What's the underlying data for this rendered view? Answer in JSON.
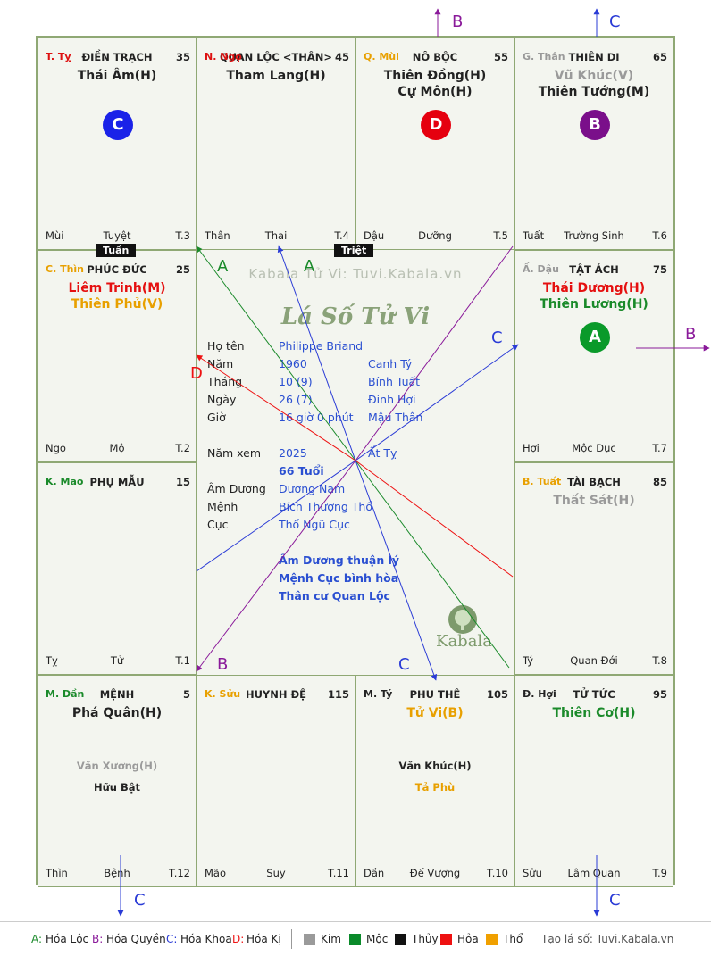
{
  "palaces": [
    {
      "stem": "T. Tỵ",
      "stem_color": "#d11",
      "house": "ĐIỀN TRẠCH",
      "num": "35",
      "majors": [
        {
          "t": "Thái Âm(H)",
          "c": "#222"
        }
      ],
      "minors": [],
      "bl": "Mùi",
      "bc": "Tuyệt",
      "br": "T.3",
      "badge": {
        "t": "C",
        "c": "#1a22e8"
      }
    },
    {
      "stem": "N. Ngọ",
      "stem_color": "#d11",
      "house": "QUAN LỘC <THÂN>",
      "num": "45",
      "majors": [
        {
          "t": "Tham Lang(H)",
          "c": "#222"
        }
      ],
      "minors": [],
      "bl": "Thân",
      "bc": "Thai",
      "br": "T.4",
      "badge": null
    },
    {
      "stem": "Q. Mùi",
      "stem_color": "#e8a000",
      "house": "NÔ BỘC",
      "num": "55",
      "majors": [
        {
          "t": "Thiên Đồng(H)",
          "c": "#222"
        },
        {
          "t": "Cự Môn(H)",
          "c": "#222"
        }
      ],
      "minors": [],
      "bl": "Dậu",
      "bc": "Dưỡng",
      "br": "T.5",
      "badge": {
        "t": "D",
        "c": "#e5000f"
      }
    },
    {
      "stem": "G. Thân",
      "stem_color": "#999",
      "house": "THIÊN DI",
      "num": "65",
      "majors": [
        {
          "t": "Vũ Khúc(V)",
          "c": "#9a9a9a"
        },
        {
          "t": "Thiên Tướng(M)",
          "c": "#222"
        }
      ],
      "minors": [],
      "bl": "Tuất",
      "bc": "Trường Sinh",
      "br": "T.6",
      "badge": {
        "t": "B",
        "c": "#7a0f8a"
      }
    },
    {
      "stem": "Ấ. Dậu",
      "stem_color": "#999",
      "house": "TẬT ÁCH",
      "num": "75",
      "majors": [
        {
          "t": "Thái Dương(H)",
          "c": "#e51010"
        },
        {
          "t": "Thiên Lương(H)",
          "c": "#1a8a2a"
        }
      ],
      "minors": [],
      "bl": "Hợi",
      "bc": "Mộc Dục",
      "br": "T.7",
      "badge": {
        "t": "A",
        "c": "#0a9a2a"
      }
    },
    {
      "stem": "B. Tuất",
      "stem_color": "#e8a000",
      "house": "TÀI BẠCH",
      "num": "85",
      "majors": [
        {
          "t": "Thất Sát(H)",
          "c": "#9a9a9a"
        }
      ],
      "minors": [],
      "bl": "Tý",
      "bc": "Quan Đới",
      "br": "T.8",
      "badge": null
    },
    {
      "stem": "Đ. Hợi",
      "stem_color": "#222",
      "house": "TỬ TỨC",
      "num": "95",
      "majors": [
        {
          "t": "Thiên Cơ(H)",
          "c": "#1a8a2a"
        }
      ],
      "minors": [],
      "bl": "Sửu",
      "bc": "Lâm Quan",
      "br": "T.9",
      "badge": null
    },
    {
      "stem": "M. Tý",
      "stem_color": "#222",
      "house": "PHU THÊ",
      "num": "105",
      "majors": [
        {
          "t": "Tử Vi(B)",
          "c": "#e8a000"
        }
      ],
      "minors": [
        {
          "t": "Văn Khúc(H)",
          "c": "#222"
        },
        {
          "t": "Tả Phù",
          "c": "#e8a000"
        }
      ],
      "bl": "Dần",
      "bc": "Đế Vượng",
      "br": "T.10",
      "badge": null
    },
    {
      "stem": "K. Sửu",
      "stem_color": "#e8a000",
      "house": "HUYNH ĐỆ",
      "num": "115",
      "majors": [],
      "minors": [],
      "bl": "Mão",
      "bc": "Suy",
      "br": "T.11",
      "badge": null
    },
    {
      "stem": "M. Dần",
      "stem_color": "#1a8a2a",
      "house": "MỆNH",
      "num": "5",
      "majors": [
        {
          "t": "Phá Quân(H)",
          "c": "#222"
        }
      ],
      "minors": [
        {
          "t": "Văn Xương(H)",
          "c": "#9a9a9a"
        },
        {
          "t": "Hữu Bật",
          "c": "#222"
        }
      ],
      "bl": "Thìn",
      "bc": "Bệnh",
      "br": "T.12",
      "badge": null
    },
    {
      "stem": "K. Mão",
      "stem_color": "#1a8a2a",
      "house": "PHỤ MẪU",
      "num": "15",
      "majors": [],
      "minors": [],
      "bl": "Tỵ",
      "bc": "Tử",
      "br": "T.1",
      "badge": null
    },
    {
      "stem": "C. Thìn",
      "stem_color": "#e8a000",
      "house": "PHÚC ĐỨC",
      "num": "25",
      "majors": [
        {
          "t": "Liêm Trinh(M)",
          "c": "#e51010"
        },
        {
          "t": "Thiên Phủ(V)",
          "c": "#e8a000"
        }
      ],
      "minors": [],
      "bl": "Ngọ",
      "bc": "Mộ",
      "br": "T.2",
      "badge": null
    }
  ],
  "tags": {
    "tuan": "Tuần",
    "triet": "Triệt"
  },
  "center": {
    "watermark": "Kabala Tử Vi: Tuvi.Kabala.vn",
    "logo": "Lá Số Tử Vi",
    "rows": [
      {
        "label": "Họ tên",
        "v1": "Philippe Briand",
        "v2": ""
      },
      {
        "label": "Năm",
        "v1": "1960",
        "v2": "Canh Tý"
      },
      {
        "label": "Tháng",
        "v1": "10  (9)",
        "v2": "Bính Tuất"
      },
      {
        "label": "Ngày",
        "v1": "26  (7)",
        "v2": "Đinh Hợi"
      },
      {
        "label": "Giờ",
        "v1": "16 giờ 0 phút",
        "v2": "Mậu Thân"
      }
    ],
    "year_label": "Năm xem",
    "year": "2025",
    "year_can": "Ất Tỵ",
    "age": "66 Tuổi",
    "rows2": [
      {
        "label": "Âm Dương",
        "v1": "Dương Nam"
      },
      {
        "label": "Mệnh",
        "v1": "Bích Thượng Thổ"
      },
      {
        "label": "Cục",
        "v1": "Thổ Ngũ Cục"
      }
    ],
    "notes": [
      "Âm Dương thuận lý",
      "Mệnh Cục bình hòa",
      "Thân cư Quan Lộc"
    ],
    "brand": "Kabala"
  },
  "arrow_labels": {
    "A": "A",
    "B": "B",
    "C": "C",
    "D": "D"
  },
  "legend": {
    "hoa_loc": "Hóa Lộc",
    "hoa_quyen": "Hóa Quyền",
    "hoa_khoa": "Hóa Khoa",
    "hoa_ki": "Hóa Kị",
    "elements": [
      {
        "n": "Kim",
        "c": "#9a9a9a"
      },
      {
        "n": "Mộc",
        "c": "#0a8a2a"
      },
      {
        "n": "Thủy",
        "c": "#111111"
      },
      {
        "n": "Hỏa",
        "c": "#ee1111"
      },
      {
        "n": "Thổ",
        "c": "#f0a000"
      }
    ],
    "site": "Tạo lá số: Tuvi.Kabala.vn"
  }
}
